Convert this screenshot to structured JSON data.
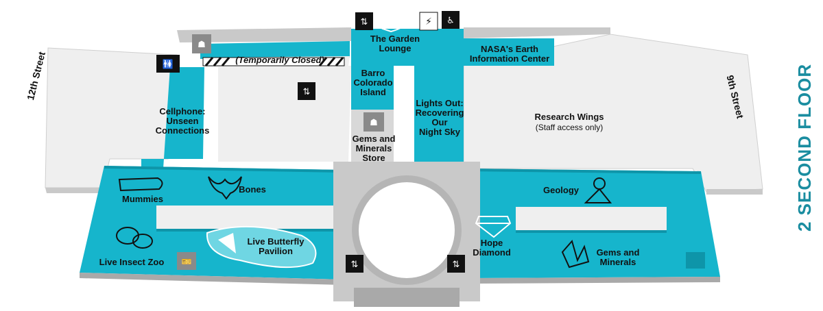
{
  "floor": {
    "title": "2  SECOND FLOOR",
    "color": "#1a8da0"
  },
  "streets": {
    "west": "12th Street",
    "east": "9th Street"
  },
  "areas": {
    "closed": "(Temporarily Closed)",
    "garden_lounge": "The Garden\nLounge",
    "nasa": "NASA's Earth\nInformation Center",
    "barro": "Barro\nColorado\nIsland",
    "lights_out": "Lights Out:\nRecovering\nOur\nNight Sky",
    "research_title": "Research Wings",
    "research_note": "(Staff access only)",
    "cellphone": "Cellphone:\nUnseen\nConnections",
    "gems_store": "Gems and\nMinerals\nStore",
    "mummies": "Mummies",
    "bones": "Bones",
    "geology": "Geology",
    "live_insect_zoo": "Live Insect Zoo",
    "butterfly": "Live Butterfly\nPavilion",
    "hope": "Hope\nDiamond",
    "gems_minerals": "Gems and\nMinerals"
  },
  "colors": {
    "exhibit": "#16b5cc",
    "exhibit_dark": "#0e95a9",
    "wall": "#c9c9c9",
    "wall_dark": "#a9a9a9",
    "floor_light": "#efefef",
    "icon_dark": "#111111",
    "icon_gray": "#8a8a8a",
    "text": "#111111"
  },
  "icons": [
    "elevator-icon",
    "leaf-icon",
    "charging-icon",
    "accessible-escalator-icon",
    "restroom-icon",
    "gift-shop-icon",
    "ticket-icon"
  ]
}
